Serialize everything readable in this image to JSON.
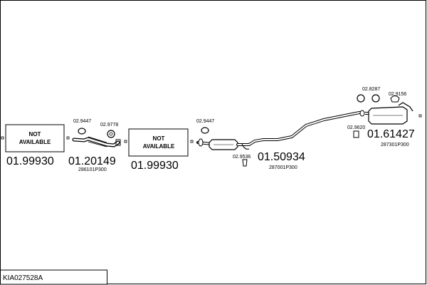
{
  "diagram": {
    "reference": "KIA027528A",
    "not_available": {
      "line1": "NOT",
      "line2": "AVAILABLE"
    },
    "left_part_number": "01.99930",
    "front_pipe": {
      "part_number": "01.20149",
      "oem": "286101P300"
    },
    "front_pipe_fittings": [
      "02.9447",
      "02.9778"
    ],
    "middle_not_available_number": "01.99930",
    "mid_fitting": "02.9447",
    "center_silencer": {
      "part_number": "01.50934",
      "oem": "287001P300",
      "fitting": "02.9536"
    },
    "rear_silencer": {
      "part_number": "01.61427",
      "oem": "287301P300",
      "fittings": [
        "02.8287",
        "02.9156",
        "02.9620"
      ]
    }
  }
}
